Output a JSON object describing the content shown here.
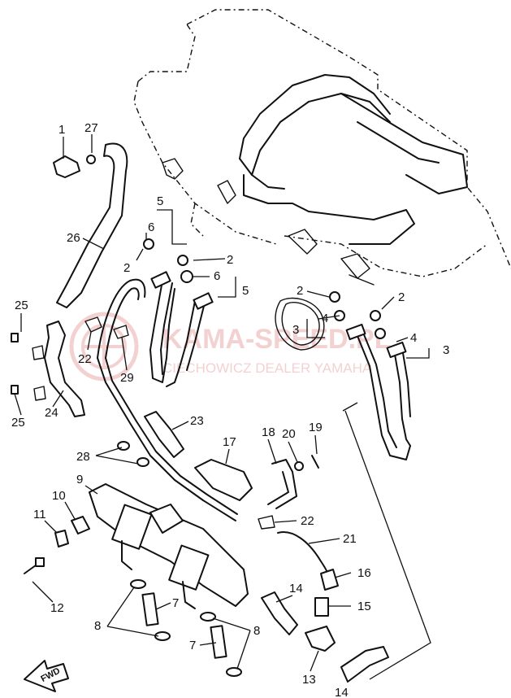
{
  "watermark": {
    "line1": "KAMA-SPEED.PL",
    "line2": "CIECHOWICZ DEALER YAMAHA"
  },
  "fwd_label": "FWD",
  "callouts": [
    "1",
    "27",
    "26",
    "25",
    "25",
    "24",
    "5",
    "6",
    "2",
    "22",
    "29",
    "2",
    "6",
    "5",
    "2",
    "2",
    "4",
    "3",
    "4",
    "3",
    "23",
    "28",
    "17",
    "18",
    "20",
    "19",
    "22",
    "9",
    "10",
    "11",
    "12",
    "21",
    "16",
    "14",
    "15",
    "7",
    "7",
    "8",
    "8",
    "13",
    "14"
  ]
}
